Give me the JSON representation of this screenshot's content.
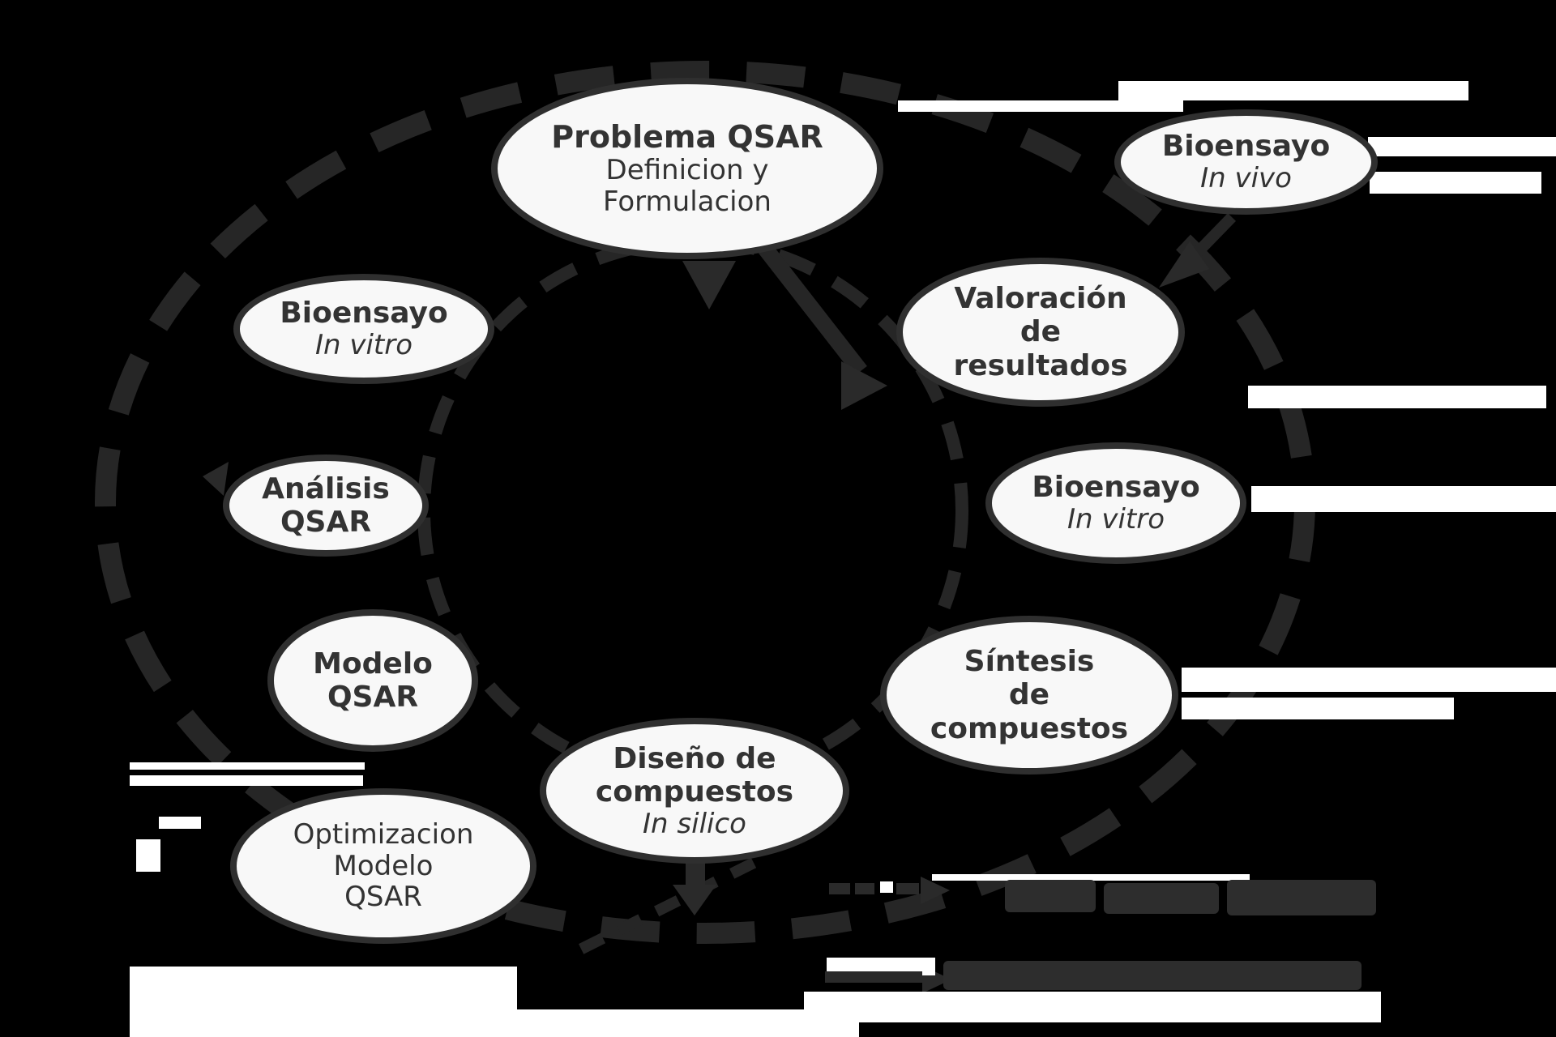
{
  "figure": {
    "type": "flow-cycle-diagram",
    "topic": "QSAR cycle",
    "language": "es",
    "colors": {
      "background": "#000000",
      "arrow": "#2a2a2a",
      "ellipse_fill": "#f8f8f8",
      "ellipse_stroke": "#2f2f2f",
      "text": "#333333",
      "stripe_artifact": "#ffffff"
    }
  },
  "nodes": {
    "problema": {
      "l1": "Problema QSAR",
      "l2": "Definicion y",
      "l3": "Formulacion"
    },
    "bio_invivo": {
      "l1": "Bioensayo",
      "l2": "In vivo"
    },
    "valoracion": {
      "l1": "Valoración",
      "l2": "de",
      "l3": "resultados"
    },
    "bio_invitro_izq": {
      "l1": "Bioensayo",
      "l2": "In vitro"
    },
    "analisis": {
      "l1": "Análisis",
      "l2": "QSAR"
    },
    "bio_invitro_der": {
      "l1": "Bioensayo",
      "l2": "In vitro"
    },
    "modelo": {
      "l1": "Modelo",
      "l2": "QSAR"
    },
    "sintesis": {
      "l1": "Síntesis",
      "l2": "de",
      "l3": "compuestos"
    },
    "diseno": {
      "l1": "Diseño de",
      "l2": "compuestos",
      "l3": "In silico"
    },
    "optimizacion": {
      "l1": "Optimizacion",
      "l2": "Modelo",
      "l3": "QSAR"
    }
  },
  "legend": {
    "rows": [
      {
        "arrow_style": "dashed",
        "label_visible": false
      },
      {
        "arrow_style": "solid",
        "label_visible": false
      }
    ]
  }
}
